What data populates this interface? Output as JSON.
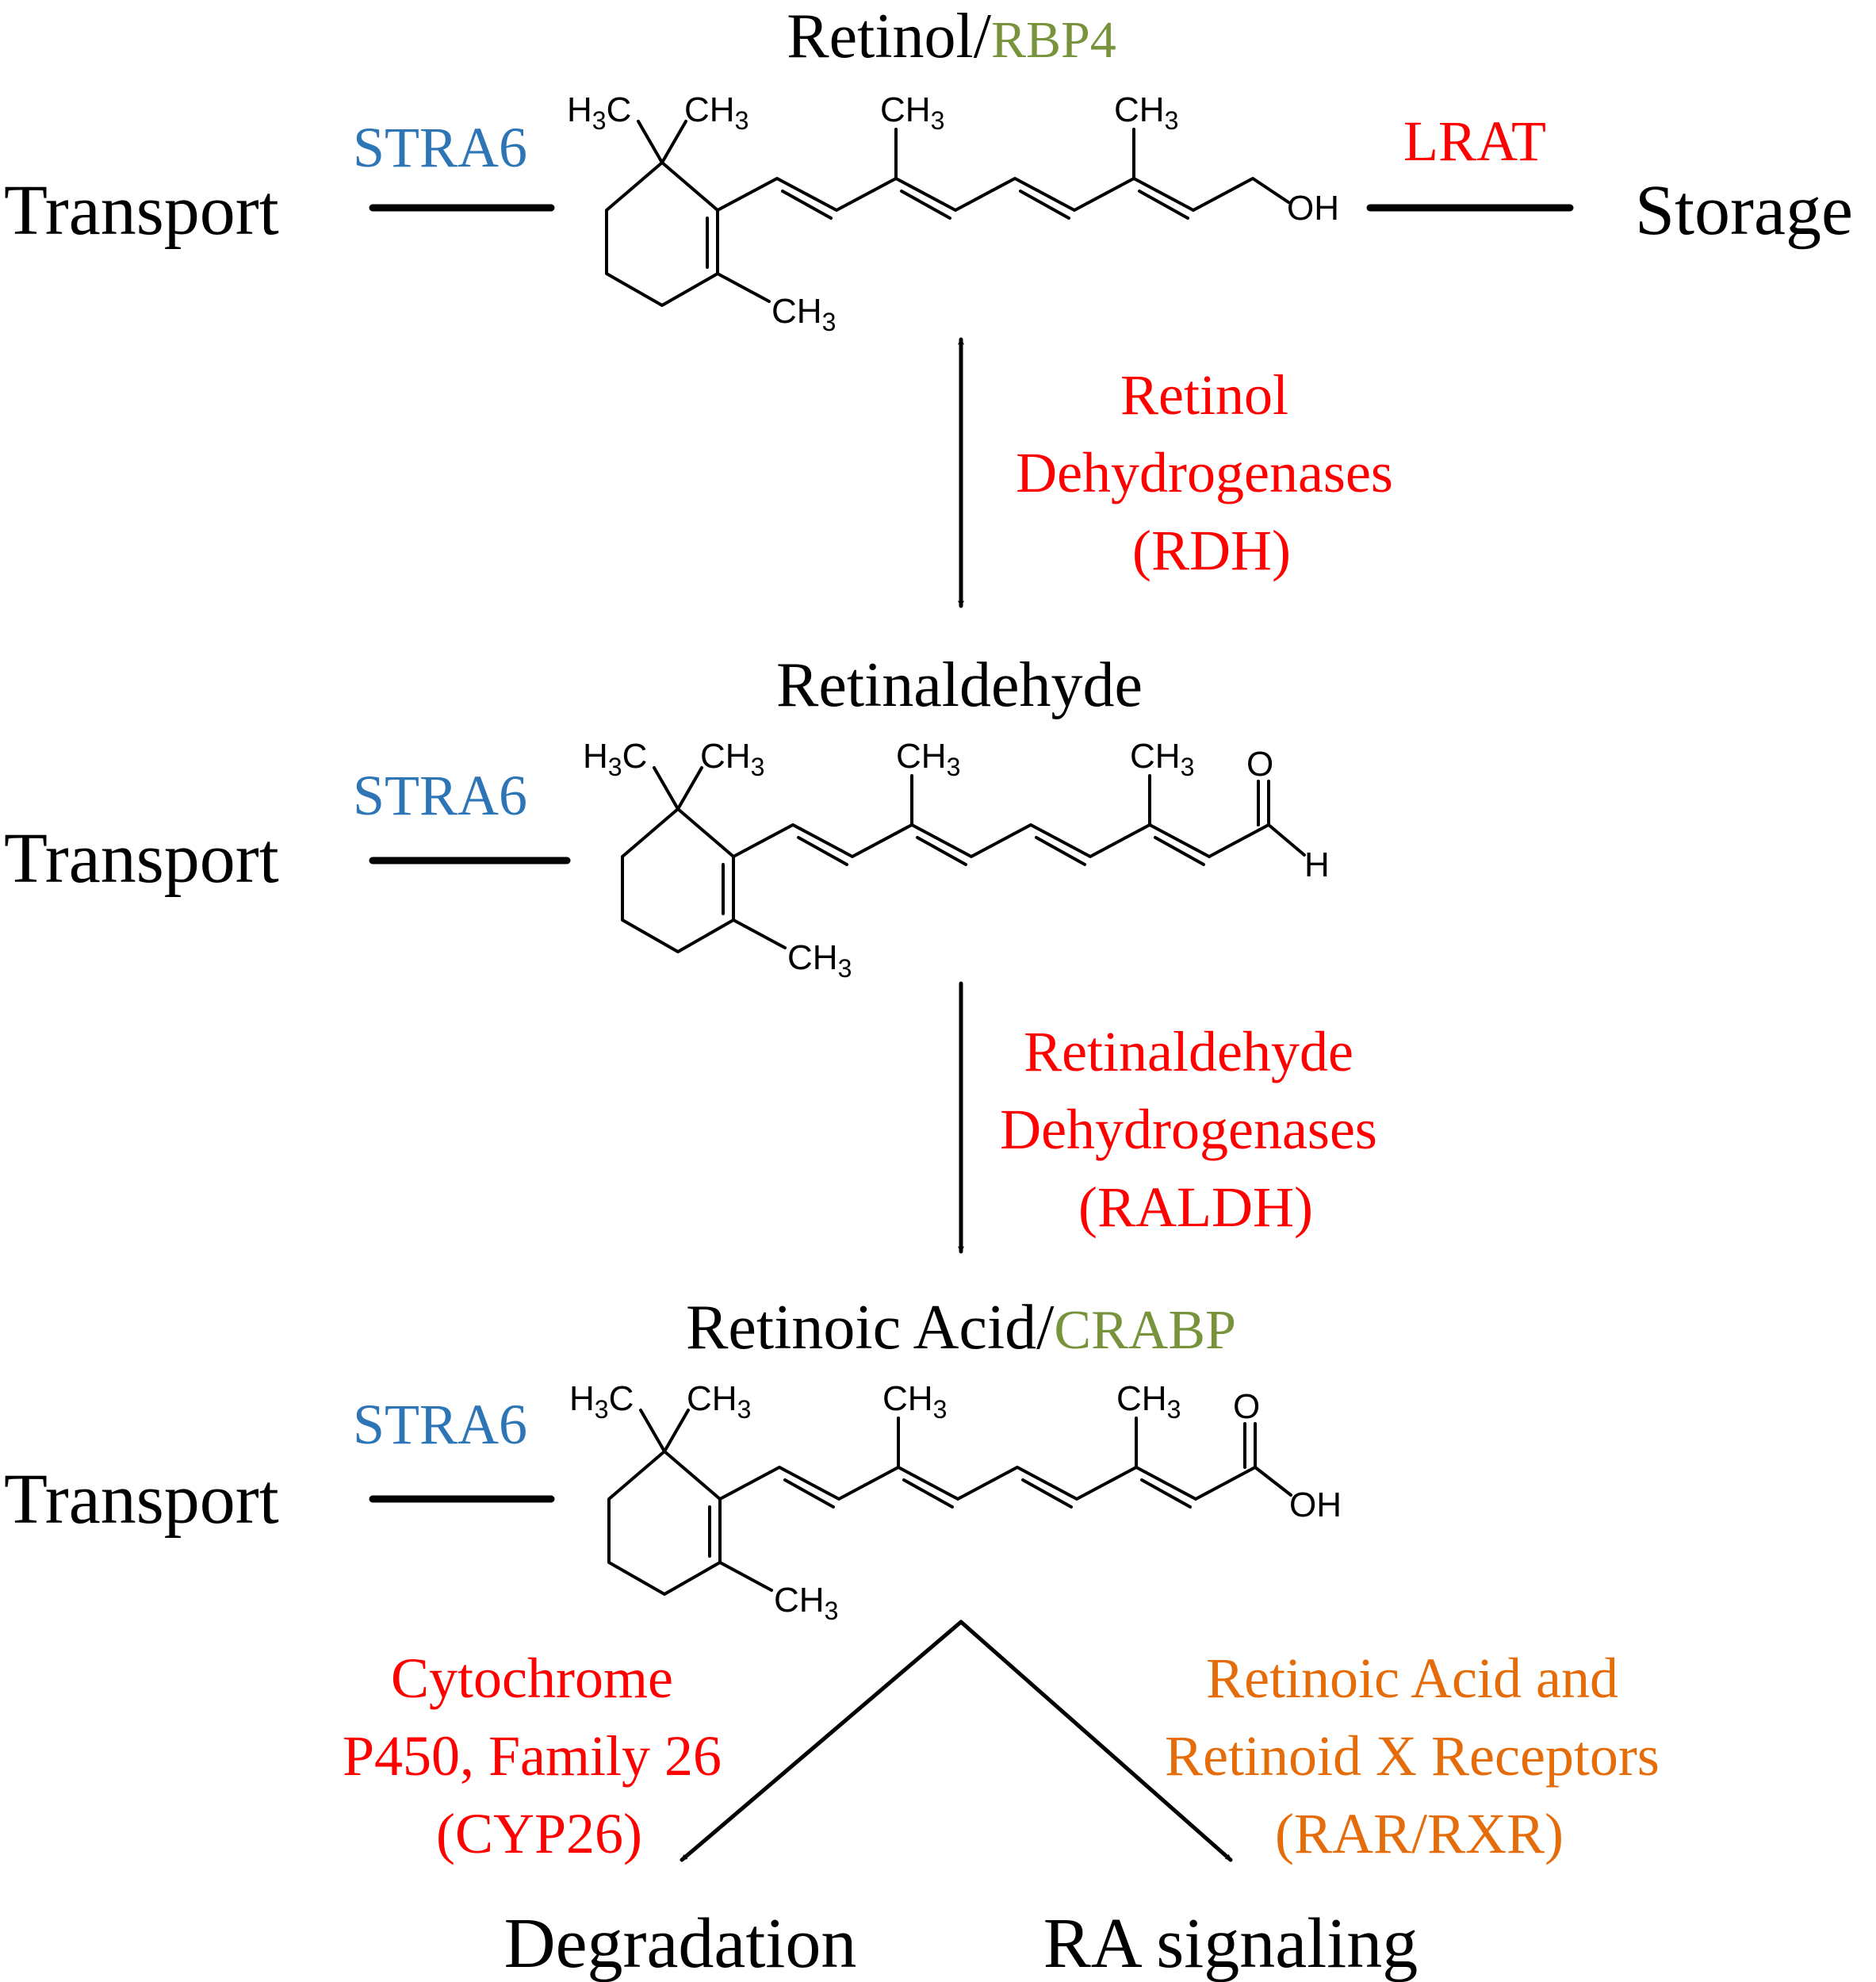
{
  "colors": {
    "black": "#000000",
    "transporter": "#2e75b6",
    "binding_protein": "#77933c",
    "enzyme": "#ff0000",
    "receptor": "#e46c0a"
  },
  "compounds": {
    "retinol": {
      "name": "Retinol",
      "separator": "/",
      "binding_protein": "RBP4"
    },
    "retinaldehyde": {
      "name": "Retinaldehyde"
    },
    "retinoic_acid": {
      "name": "Retinoic Acid",
      "separator": "/",
      "binding_protein": "CRABP"
    }
  },
  "processes": {
    "transport": "Transport",
    "storage": "Storage",
    "degradation": "Degradation",
    "ra_signaling": "RA signaling"
  },
  "proteins": {
    "transporter": "STRA6",
    "storage_enzyme": "LRAT"
  },
  "enzymes": {
    "rdh": [
      "Retinol",
      "Dehydrogenases",
      "(RDH)"
    ],
    "raldh": [
      "Retinaldehyde",
      "Dehydrogenases",
      "(RALDH)"
    ],
    "cyp26": [
      "Cytochrome",
      "P450, Family 26",
      "(CYP26)"
    ]
  },
  "receptors": {
    "rar_rxr": [
      "Retinoic Acid and",
      "Retinoid X Receptors",
      "(RAR/RXR)"
    ]
  },
  "chem_labels": {
    "h3c": "H3C",
    "ch3": "CH3",
    "oh": "OH",
    "o": "O",
    "h": "H"
  }
}
